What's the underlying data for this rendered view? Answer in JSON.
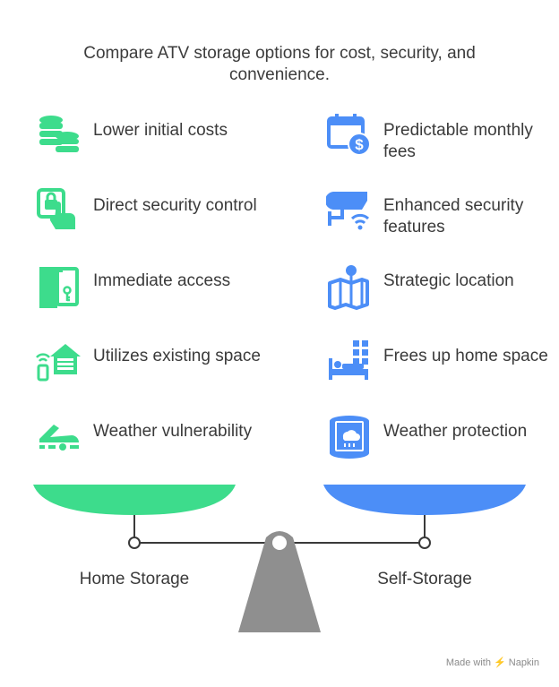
{
  "title": "Compare ATV storage options for cost, security, and convenience.",
  "colors": {
    "home": "#3ddc8c",
    "self": "#4c8ef7",
    "beam": "#3a3a3a",
    "fulcrum": "#8f8f8f"
  },
  "home_storage": {
    "label": "Home Storage",
    "items": [
      {
        "label": "Lower initial costs",
        "icon": "coins-icon"
      },
      {
        "label": "Direct security control",
        "icon": "lock-touch-icon"
      },
      {
        "label": "Immediate access",
        "icon": "door-key-icon"
      },
      {
        "label": "Utilizes existing space",
        "icon": "garage-icon"
      },
      {
        "label": "Weather vulnerability",
        "icon": "snowmobile-icon"
      }
    ]
  },
  "self_storage": {
    "label": "Self-Storage",
    "items": [
      {
        "label": "Predictable monthly fees",
        "icon": "calendar-dollar-icon"
      },
      {
        "label": "Enhanced security features",
        "icon": "security-camera-icon"
      },
      {
        "label": "Strategic location",
        "icon": "map-pin-icon"
      },
      {
        "label": "Frees up home space",
        "icon": "bed-boxes-icon"
      },
      {
        "label": "Weather protection",
        "icon": "weather-shield-icon"
      }
    ]
  },
  "footer": {
    "text": "Made with ⚡ Napkin"
  }
}
